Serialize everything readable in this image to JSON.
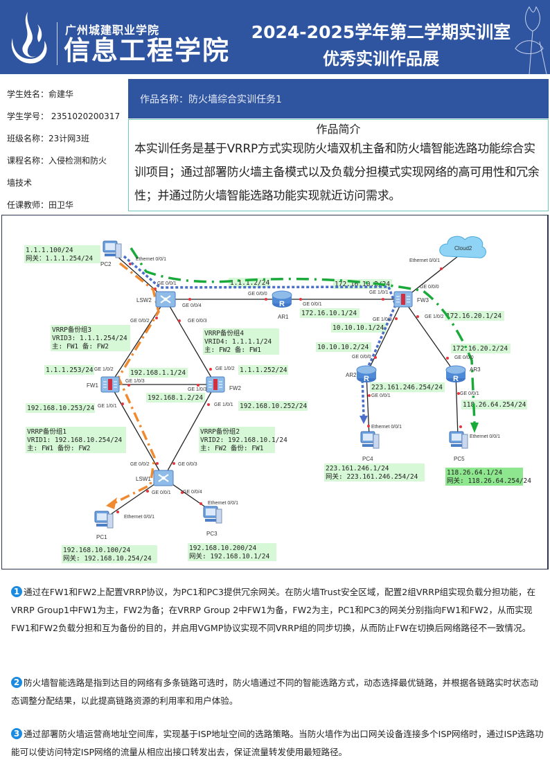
{
  "header": {
    "school": "广州城建职业学院",
    "college": "信息工程学院",
    "title_line1": "2024-2025学年第二学期实训室",
    "title_line2": "优秀实训作品展"
  },
  "info": [
    {
      "label": "学生姓名：",
      "value": "俞建华"
    },
    {
      "label": "学生学号：",
      "value": " 2351020200317"
    },
    {
      "label": "班级名称：",
      "value": "23计网3班"
    },
    {
      "label": "课程名称：",
      "value": "入侵检测和防火"
    },
    {
      "label": "",
      "value": "墙技术"
    },
    {
      "label": "任课教师：",
      "value": "田卫华"
    }
  ],
  "work_title": "作品名称：防火墙综合实训任务1",
  "intro": {
    "heading": "作品简介",
    "text": "本实训任务是基于VRRP方式实现防火墙双机主备和防火墙智能选路功能综合实训项目；通过部署防火墙主备模式以及负载分担模式实现网络的高可用性和冗余性；并通过防火墙智能选路功能实现就近访问需求。"
  },
  "diagram": {
    "devices": {
      "pc2": "PC2",
      "lsw2": "LSW2",
      "ar1": "AR1",
      "fw3": "FW3",
      "cloud": "Cloud2",
      "fw1": "FW1",
      "fw2": "FW2",
      "ar2": "AR2",
      "ar3": "AR3",
      "lsw1": "LSW1",
      "pc1": "PC1",
      "pc3": "PC3",
      "pc4": "PC4",
      "pc5": "PC5"
    },
    "ports": {
      "eth": "Ethernet 0/0/1",
      "ge001": "GE 0/0/1",
      "ge000": "GE 0/0/0",
      "ge002": "GE 0/0/2",
      "ge003": "GE 0/0/3",
      "ge004": "GE 0/0/4",
      "ge101": "GE 1/0/1",
      "ge102": "GE 1/0/2",
      "ge103": "GE 1/0/3",
      "ge100": "GE 0/0/0"
    },
    "labels": {
      "pc2_ip": "1.1.1.100/24",
      "pc2_gw": "网关：1.1.1.254/24",
      "ar1_up": "1.1.1.2/24",
      "fw3_101": "172.16.10.2/24",
      "ar1_001": "172.16.10.1/24",
      "fw3_102": "172.16.20.1/24",
      "fw3_103": "10.10.10.1/24",
      "ar2_000": "10.10.10.2/24",
      "ar3_000": "172.16.20.2/24",
      "vrrp3": [
        "VRRP备份组3",
        "VRID3: 1.1.1.254/24",
        "主: FW1 备: FW2"
      ],
      "vrrp4": [
        "VRRP备份组4",
        "VRID4: 1.1.1.1/24",
        "主: FW2 备: FW1"
      ],
      "fw1_102": "1.1.1.253/24",
      "fw1_103": "192.168.1.1/24",
      "fw2_102": "1.1.1.252/24",
      "fw2_103": "192.168.1.2/24",
      "fw1_101": "192.168.10.253/24",
      "fw2_101": "192.168.10.252/24",
      "ar2_001": "223.161.246.254/24",
      "ar3_001": "118.26.64.254/24",
      "vrrp1": [
        "VRRP备份组1",
        "VRID1: 192.168.10.254/24",
        "主: FW1  备份: FW2"
      ],
      "vrrp2": [
        "VRRP备份组2",
        "VRID2: 192.168.10.1/24",
        "主: FW2  备份: FW1"
      ],
      "pc4_ip": "223.161.246.1/24",
      "pc4_gw": "网关: 223.161.246.254/24",
      "pc5_ip": "118.26.64.1/24",
      "pc5_gw": "网关: 118.26.64.254/24",
      "pc1_ip": "192.168.10.100/24",
      "pc1_gw": "网关: 192.168.10.254/24",
      "pc3_ip": "192.168.10.200/24",
      "pc3_gw": "网关: 192.168.10.1/24"
    },
    "colors": {
      "path_orange": "#f08a30",
      "path_blue": "#4a6fc8",
      "path_green": "#1aaa3a",
      "label_bg": "#d6f8d6"
    }
  },
  "descriptions": [
    {
      "num": "1",
      "text": "通过在FW1和FW2上配置VRRP协议，为PC1和PC3提供冗余网关。在防火墙Trust安全区域，配置2组VRRP组实现负载分担功能，在VRRP Group1中FW1为主，FW2为备；在VRRP Group 2中FW1为备，FW2为主，PC1和PC3的网关分别指向FW1和FW2，从而实现FW1和FW2负载分担和互为备份的目的，并启用VGMP协议实现不同VRRP组的同步切换，从而防止FW在切换后网络路径不一致情况。"
    },
    {
      "num": "2",
      "text": "防火墙智能选路是指到达目的网络有多条链路可选时，防火墙通过不同的智能选路方式，动态选择最优链路，并根据各链路实时状态动态调整分配结果，以此提高链路资源的利用率和用户体验。"
    },
    {
      "num": "3",
      "text": "通过部署防火墙运营商地址空间库，实现基于ISP地址空间的选路策略。当防火墙作为出口网关设备连接多个ISP网络时，通过ISP选路功能可以使访问特定ISP网络的流量从相应出接口转发出去，保证流量转发使用最短路径。"
    }
  ]
}
